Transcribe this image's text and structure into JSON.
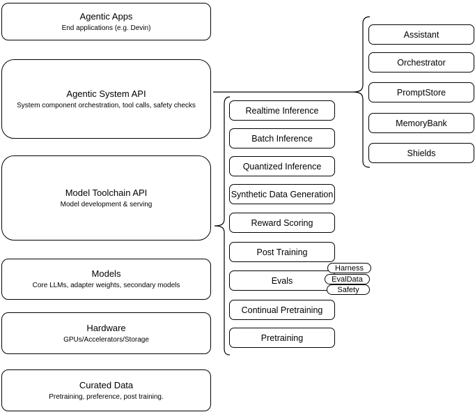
{
  "diagram": {
    "left_column": [
      {
        "title": "Agentic Apps",
        "subtitle": "End applications (e.g. Devin)"
      },
      {
        "title": "Agentic System API",
        "subtitle": "System component orchestration, tool calls, safety checks"
      },
      {
        "title": "Model Toolchain API",
        "subtitle": "Model development & serving"
      },
      {
        "title": "Models",
        "subtitle": "Core LLMs, adapter weights, secondary models"
      },
      {
        "title": "Hardware",
        "subtitle": "GPUs/Accelerators/Storage"
      },
      {
        "title": "Curated Data",
        "subtitle": "Pretraining, preference, post training."
      }
    ],
    "toolchain_capabilities": [
      "Realtime Inference",
      "Batch Inference",
      "Quantized Inference",
      "Synthetic Data Generation",
      "Reward Scoring",
      "Post Training",
      "Evals",
      "Continual Pretraining",
      "Pretraining"
    ],
    "eval_tags": [
      "Harness",
      "EvalData",
      "Safety"
    ],
    "system_components": [
      "Assistant",
      "Orchestrator",
      "PromptStore",
      "MemoryBank",
      "Shields"
    ],
    "colors": {
      "stroke": "#000000",
      "fill": "#ffffff",
      "background": "#ffffff"
    }
  }
}
